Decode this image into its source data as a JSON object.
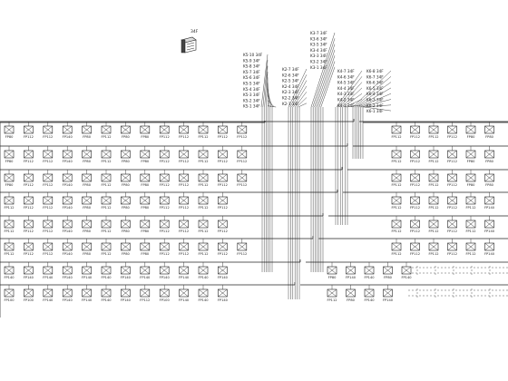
{
  "cabinet": {
    "label": "34F",
    "icon": "equipment-cabinet-icon"
  },
  "riser_labels": {
    "group1": [
      "K5-10 34F",
      "K5-9 34F",
      "K5-8 34F",
      "K5-7 34F",
      "K5-6 34F",
      "K5-5 34F",
      "K5-4 34F",
      "K5-3 34F",
      "K5-2 34F",
      "K5-1 34F"
    ],
    "group2": [
      "K2-7 34F",
      "K2-6 34F",
      "K2-5 34F",
      "K2-4 34F",
      "K2-3 34F",
      "K2-2 34F",
      "K2-1 34F"
    ],
    "group3": [
      "K3-7 34F",
      "K3-6 34F",
      "K3-5 34F",
      "K3-4 34F",
      "K3-3 34F",
      "K3-2 34F",
      "K3-1 34F"
    ],
    "group4": [
      "K4-7 34F",
      "K4-6 34F",
      "K4-5 34F",
      "K4-4 34F",
      "K4-3 34F",
      "K4-2 34F",
      "K4-1 34F"
    ],
    "group5": [
      "K6-8 34F",
      "K6-7 34F",
      "K6-6 34F",
      "K6-5 34F",
      "K6-4 34F",
      "K6-3 34F",
      "K6-2 34F",
      "K6-1 34F"
    ]
  },
  "rows": [
    {
      "left": [
        "FP80",
        "FP112",
        "FP112",
        "FP140",
        "FP80",
        "FP112",
        "FP80",
        "FP80",
        "FP112",
        "FP112",
        "FP112",
        "FP112",
        "FP112"
      ],
      "right": [
        "FP112",
        "FP112",
        "FP112",
        "FP112",
        "FP80",
        "FP80"
      ]
    },
    {
      "left": [
        "FP80",
        "FP112",
        "FP112",
        "FP140",
        "FP80",
        "FP112",
        "FP80",
        "FP80",
        "FP112",
        "FP112",
        "FP112",
        "FP112",
        "FP112"
      ],
      "right": [
        "FP112",
        "FP112",
        "FP112",
        "FP112",
        "FP80",
        "FP80"
      ]
    },
    {
      "left": [
        "FP80",
        "FP112",
        "FP112",
        "FP140",
        "FP80",
        "FP112",
        "FP80",
        "FP80",
        "FP112",
        "FP112",
        "FP112",
        "FP112",
        "FP112"
      ],
      "right": [
        "FP112",
        "FP112",
        "FP112",
        "FP112",
        "FP80",
        "FP80"
      ]
    },
    {
      "left": [
        "FP112",
        "FP112",
        "FP112",
        "FP140",
        "FP80",
        "FP112",
        "FP80",
        "FP80",
        "FP112",
        "FP112",
        "FP112",
        "FP112"
      ],
      "right": [
        "FP112",
        "FP112",
        "FP112",
        "FP112",
        "FP112",
        "FP140"
      ]
    },
    {
      "left": [
        "FP112",
        "FP112",
        "FP112",
        "FP140",
        "FP80",
        "FP112",
        "FP80",
        "FP80",
        "FP112",
        "FP112",
        "FP112",
        "FP112"
      ],
      "right": [
        "FP112",
        "FP112",
        "FP112",
        "FP112",
        "FP112",
        "FP140"
      ]
    },
    {
      "left": [
        "FP112",
        "FP112",
        "FP112",
        "FP140",
        "FP80",
        "FP112",
        "FP80",
        "FP80",
        "FP112",
        "FP112",
        "FP112",
        "FP112",
        "FP112"
      ],
      "right": [
        "FP112",
        "FP112",
        "FP112",
        "FP112",
        "FP112",
        "FP140"
      ]
    },
    {
      "left": [
        "FP140",
        "FP140",
        "FP140",
        "FP140",
        "FP140",
        "FP140",
        "FP140",
        "FP140",
        "FP140",
        "FP140",
        "FP140",
        "FP140"
      ],
      "right": [
        "FP80",
        "FP140",
        "FP140",
        "FP80",
        "FP140"
      ]
    },
    {
      "left": [
        "FP100",
        "FP100",
        "FP140",
        "FP140",
        "FP140",
        "FP140",
        "FP140",
        "FP112",
        "FP100",
        "FP140",
        "FP140",
        "FP140"
      ],
      "right": [
        "FP112",
        "FP80",
        "FP140",
        "FP140"
      ]
    }
  ]
}
